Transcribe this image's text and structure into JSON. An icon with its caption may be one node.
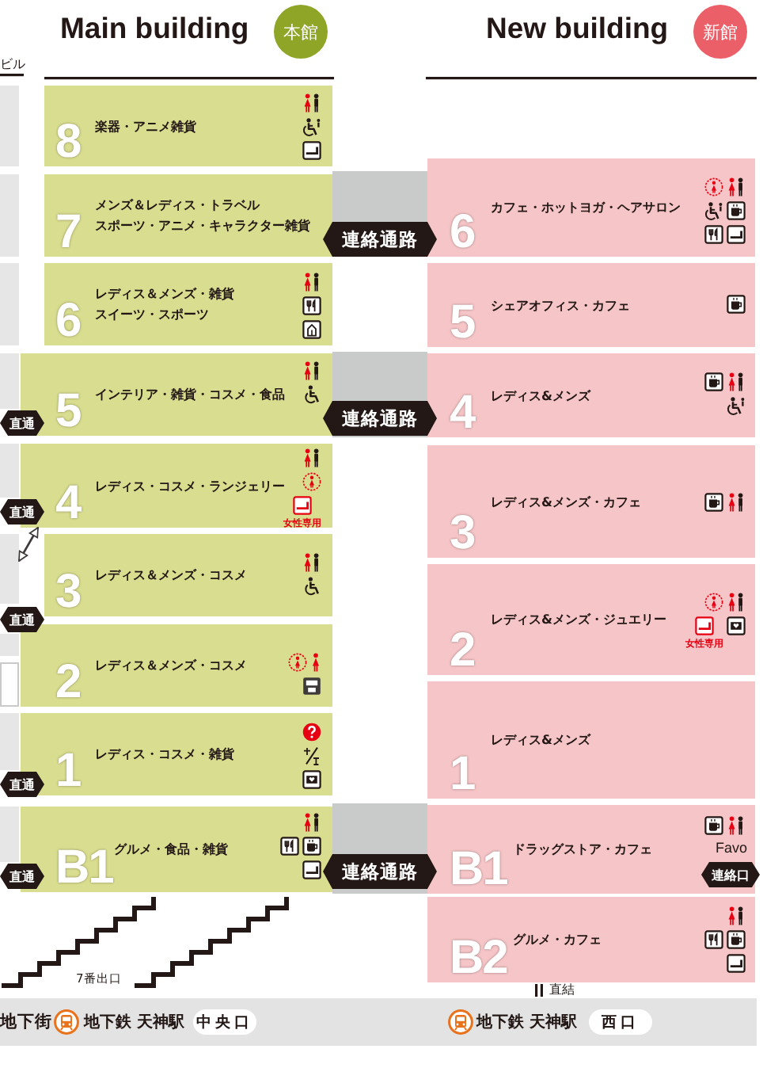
{
  "diagram": {
    "nodes": [
      {
        "text": [
          "本館"
        ],
        "beside": [
          "Main building"
        ]
      },
      {
        "text": [
          "新館"
        ],
        "beside": [
          "New building"
        ]
      },
      {
        "text": [
          "8",
          "楽器・アニメ雑貨"
        ]
      },
      {
        "text": [
          "7",
          "メンズ＆レディス・トラベルスポーツ・アニメ・キャラクター雑貨"
        ]
      },
      {
        "text": [
          "6",
          "レディス＆メンズ・雑貨スイーツ・スポーツ"
        ]
      },
      {
        "text": [
          "5",
          "インテリア・雑貨・コスメ・食品"
        ]
      },
      {
        "text": [
          "4",
          "レディス・コスメ・ランジェリー",
          "女性専用"
        ]
      },
      {
        "text": [
          "3",
          "レディス＆メンズ・コスメ"
        ]
      },
      {
        "text": [
          "2",
          "レディス＆メンズ・コスメ"
        ]
      },
      {
        "text": [
          "1",
          "レディス・コスメ・雑貨"
        ]
      },
      {
        "text": [
          "B1",
          "グルメ・食品・雑貨"
        ]
      },
      {
        "text": [
          "6",
          "カフェ・ホットヨガ・ヘアサロン"
        ]
      },
      {
        "text": [
          "5",
          "シェアオフィス・カフェ"
        ]
      },
      {
        "text": [
          "4",
          "レディス&メンズ"
        ]
      },
      {
        "text": [
          "3",
          "レディス&メンズ・カフェ"
        ]
      },
      {
        "text": [
          "2",
          "レディス&メンズ・ジュエリー",
          "女性専用"
        ]
      },
      {
        "text": [
          "1",
          "レディス&メンズ"
        ]
      },
      {
        "text": [
          "B1",
          "ドラッグストア・カフェ"
        ]
      },
      {
        "text": [
          "B2",
          "グルメ・カフェ"
        ]
      },
      {
        "text": [
          "直通"
        ]
      },
      {
        "text": [
          "直通"
        ]
      },
      {
        "text": [
          "直通"
        ]
      },
      {
        "text": [
          "直通"
        ]
      },
      {
        "text": [
          "直通"
        ]
      },
      {
        "text": [
          "連絡口"
        ]
      },
      {
        "text": [
          "地下街",
          "地下鉄 天神駅",
          "地下鉄 天神駅"
        ]
      },
      {
        "text": [
          "中央口"
        ],
        "in": 25
      },
      {
        "text": [
          "西口"
        ],
        "in": 25
      },
      {
        "text": [],
        "shape": "box"
      }
    ],
    "edges": [
      {
        "from": 3,
        "to": 11,
        "arrow": "both",
        "label": "連絡通路"
      },
      {
        "from": 5,
        "to": 13,
        "arrow": "both",
        "label": "連絡通路"
      },
      {
        "from": 10,
        "to": 17,
        "arrow": "both",
        "label": "連絡通路"
      },
      {
        "from": 6,
        "to": 28,
        "arrow": "both"
      }
    ],
    "labels": [
      "ビル",
      "Favo",
      "7番出口",
      "直結"
    ]
  }
}
